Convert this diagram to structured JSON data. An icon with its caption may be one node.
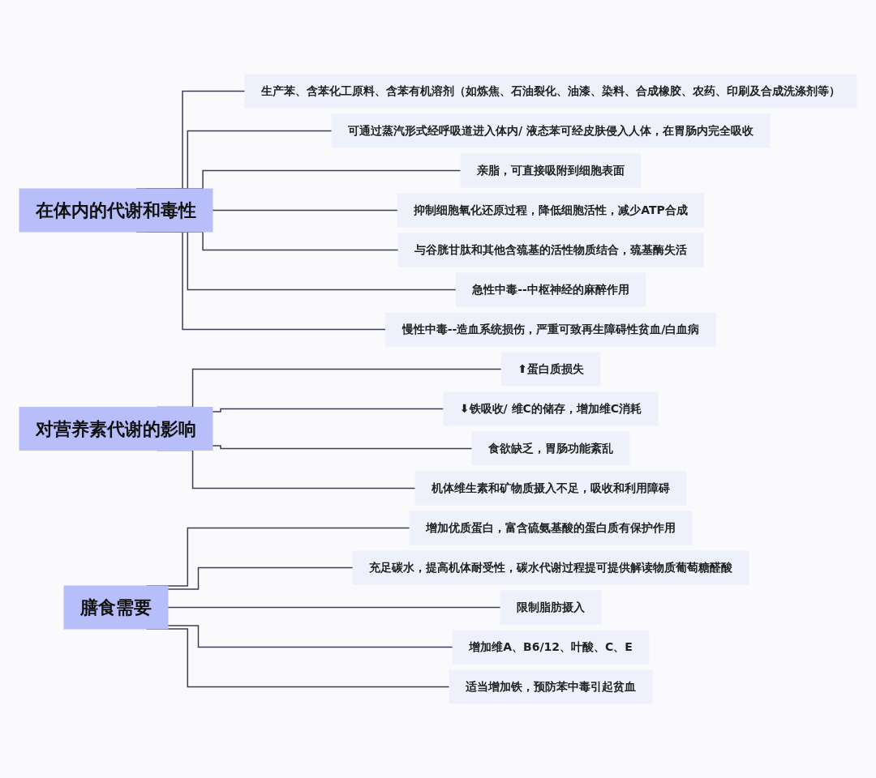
{
  "diagram": {
    "nodes": [
      {
        "text": [
          "在体内的代谢和毒性"
        ]
      },
      {
        "text": [
          "生产苯、含苯化工原料、含苯有机溶剂（如炼焦、石油裂化、油漆、染料、合成橡胶、农药、印刷及合成洗涤剂等）"
        ]
      },
      {
        "text": [
          "可通过蒸汽形式经呼吸道进入体内/ 液态苯可经皮肤侵入人体，在胃肠内完全吸收"
        ]
      },
      {
        "text": [
          "亲脂，可直接吸附到细胞表面"
        ]
      },
      {
        "text": [
          "抑制细胞氧化还原过程，降低细胞活性，减少ATP合成"
        ]
      },
      {
        "text": [
          "与谷胱甘肽和其他含巯基的活性物质结合，巯基酶失活"
        ]
      },
      {
        "text": [
          "急性中毒--中枢神经的麻醉作用"
        ]
      },
      {
        "text": [
          "慢性中毒--造血系统损伤，严重可致再生障碍性贫血/白血病"
        ]
      },
      {
        "text": [
          "对营养素代谢的影响"
        ]
      },
      {
        "text": [
          "⬆蛋白质损失"
        ]
      },
      {
        "text": [
          "⬇铁吸收/ 维C的储存，增加维C消耗"
        ]
      },
      {
        "text": [
          "食欲缺乏，胃肠功能紊乱"
        ]
      },
      {
        "text": [
          "机体维生素和矿物质摄入不足，吸收和利用障碍"
        ]
      },
      {
        "text": [
          "膳食需要"
        ]
      },
      {
        "text": [
          "增加优质蛋白，富含硫氨基酸的蛋白质有保护作用"
        ]
      },
      {
        "text": [
          "充足碳水，提高机体耐受性，碳水代谢过程提可提供解读物质葡萄糖醛酸"
        ]
      },
      {
        "text": [
          "限制脂肪摄入"
        ]
      },
      {
        "text": [
          "增加维A、B6/12、叶酸、C、E"
        ]
      },
      {
        "text": [
          "适当增加铁，预防苯中毒引起贫血"
        ]
      }
    ],
    "edges": [
      {
        "from": 0,
        "to": 1,
        "arrow": "none"
      },
      {
        "from": 0,
        "to": 2,
        "arrow": "none"
      },
      {
        "from": 0,
        "to": 3,
        "arrow": "none"
      },
      {
        "from": 0,
        "to": 4,
        "arrow": "none"
      },
      {
        "from": 0,
        "to": 5,
        "arrow": "none"
      },
      {
        "from": 0,
        "to": 6,
        "arrow": "none"
      },
      {
        "from": 0,
        "to": 7,
        "arrow": "none"
      },
      {
        "from": 8,
        "to": 9,
        "arrow": "none"
      },
      {
        "from": 8,
        "to": 10,
        "arrow": "none"
      },
      {
        "from": 8,
        "to": 11,
        "arrow": "none"
      },
      {
        "from": 8,
        "to": 12,
        "arrow": "none"
      },
      {
        "from": 13,
        "to": 14,
        "arrow": "none"
      },
      {
        "from": 13,
        "to": 15,
        "arrow": "none"
      },
      {
        "from": 13,
        "to": 16,
        "arrow": "none"
      },
      {
        "from": 13,
        "to": 17,
        "arrow": "none"
      },
      {
        "from": 13,
        "to": 18,
        "arrow": "none"
      }
    ]
  }
}
